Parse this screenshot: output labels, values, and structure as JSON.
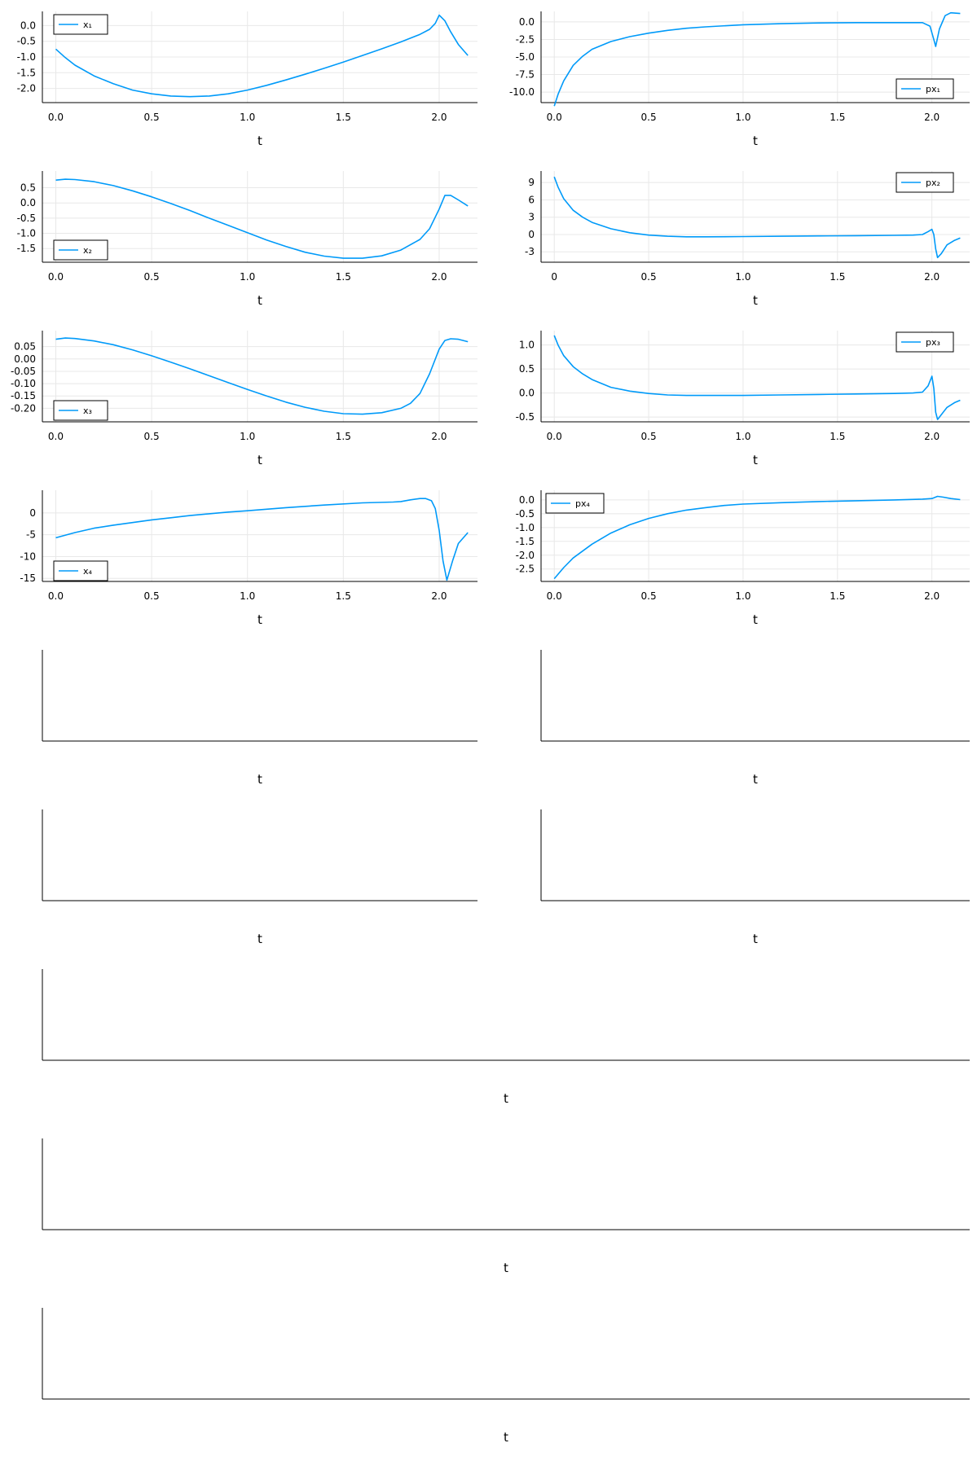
{
  "chart_data": [
    {
      "type": "line",
      "xlabel": "t",
      "xlim": [
        -0.07,
        2.2
      ],
      "ylim": [
        -2.45,
        0.45
      ],
      "xticks": [
        0,
        0.5,
        1,
        1.5,
        2
      ],
      "xtick_labels": [
        "0.0",
        "0.5",
        "1.0",
        "1.5",
        "2.0"
      ],
      "yticks": [
        0,
        -0.5,
        -1,
        -1.5,
        -2
      ],
      "ytick_labels": [
        "0.0",
        "-0.5",
        "-1.0",
        "-1.5",
        "-2.0"
      ],
      "legend": "top-left",
      "series": [
        {
          "name": "x₁",
          "x": [
            0,
            0.05,
            0.1,
            0.2,
            0.3,
            0.4,
            0.5,
            0.6,
            0.7,
            0.8,
            0.9,
            1,
            1.1,
            1.2,
            1.3,
            1.4,
            1.5,
            1.6,
            1.7,
            1.8,
            1.9,
            1.95,
            1.98,
            2,
            2.03,
            2.06,
            2.1,
            2.15
          ],
          "y": [
            -0.75,
            -1.02,
            -1.26,
            -1.6,
            -1.85,
            -2.05,
            -2.17,
            -2.24,
            -2.26,
            -2.24,
            -2.17,
            -2.05,
            -1.9,
            -1.73,
            -1.55,
            -1.36,
            -1.16,
            -0.95,
            -0.74,
            -0.52,
            -0.28,
            -0.12,
            0.07,
            0.33,
            0.15,
            -0.2,
            -0.6,
            -0.95
          ]
        }
      ]
    },
    {
      "type": "line",
      "xlabel": "t",
      "xlim": [
        -0.07,
        2.2
      ],
      "ylim": [
        -11.5,
        1.5
      ],
      "xticks": [
        0,
        0.5,
        1,
        1.5,
        2
      ],
      "xtick_labels": [
        "0.0",
        "0.5",
        "1.0",
        "1.5",
        "2.0"
      ],
      "yticks": [
        0,
        -2.5,
        -5,
        -7.5,
        -10
      ],
      "ytick_labels": [
        "0.0",
        "-2.5",
        "-5.0",
        "-7.5",
        "-10.0"
      ],
      "legend": "bottom-right",
      "series": [
        {
          "name": "px₁",
          "x": [
            0,
            0.02,
            0.05,
            0.1,
            0.15,
            0.2,
            0.3,
            0.4,
            0.5,
            0.6,
            0.7,
            0.8,
            1,
            1.2,
            1.4,
            1.6,
            1.8,
            1.95,
            1.99,
            2.01,
            2.02,
            2.04,
            2.07,
            2.1,
            2.15
          ],
          "y": [
            -12,
            -10.3,
            -8.4,
            -6.2,
            -4.9,
            -3.9,
            -2.8,
            -2.1,
            -1.6,
            -1.2,
            -0.9,
            -0.7,
            -0.4,
            -0.25,
            -0.15,
            -0.1,
            -0.1,
            -0.1,
            -0.6,
            -2.5,
            -3.5,
            -1,
            0.9,
            1.3,
            1.2
          ]
        }
      ]
    },
    {
      "type": "line",
      "xlabel": "t",
      "xlim": [
        -0.07,
        2.2
      ],
      "ylim": [
        -1.95,
        1.05
      ],
      "xticks": [
        0,
        0.5,
        1,
        1.5,
        2
      ],
      "xtick_labels": [
        "0.0",
        "0.5",
        "1.0",
        "1.5",
        "2.0"
      ],
      "yticks": [
        0.5,
        0,
        -0.5,
        -1,
        -1.5
      ],
      "ytick_labels": [
        "0.5",
        "0.0",
        "-0.5",
        "-1.0",
        "-1.5"
      ],
      "legend": "bottom-left",
      "series": [
        {
          "name": "x₂",
          "x": [
            0,
            0.05,
            0.1,
            0.2,
            0.3,
            0.4,
            0.5,
            0.6,
            0.7,
            0.8,
            0.9,
            1,
            1.1,
            1.2,
            1.3,
            1.4,
            1.5,
            1.6,
            1.7,
            1.8,
            1.9,
            1.95,
            2,
            2.03,
            2.06,
            2.1,
            2.15
          ],
          "y": [
            0.75,
            0.78,
            0.77,
            0.7,
            0.57,
            0.4,
            0.2,
            -0.02,
            -0.25,
            -0.5,
            -0.74,
            -0.98,
            -1.22,
            -1.43,
            -1.62,
            -1.75,
            -1.82,
            -1.82,
            -1.74,
            -1.55,
            -1.2,
            -0.85,
            -0.2,
            0.25,
            0.25,
            0.1,
            -0.1
          ]
        }
      ]
    },
    {
      "type": "line",
      "xlabel": "t",
      "xlim": [
        -0.07,
        2.2
      ],
      "ylim": [
        -4.8,
        11
      ],
      "xticks": [
        0,
        0.5,
        1,
        1.5,
        2
      ],
      "xtick_labels": [
        "0",
        "0.5",
        "1.0",
        "1.5",
        "2.0"
      ],
      "yticks": [
        9,
        6,
        3,
        0,
        -3
      ],
      "ytick_labels": [
        "9",
        "6",
        "3",
        "0",
        "-3"
      ],
      "legend": "top-right",
      "series": [
        {
          "name": "px₂",
          "x": [
            0,
            0.02,
            0.05,
            0.1,
            0.15,
            0.2,
            0.3,
            0.4,
            0.5,
            0.6,
            0.7,
            0.8,
            1,
            1.2,
            1.4,
            1.6,
            1.8,
            1.9,
            1.95,
            1.98,
            2,
            2.01,
            2.02,
            2.03,
            2.05,
            2.08,
            2.12,
            2.15
          ],
          "y": [
            10,
            8.2,
            6.2,
            4.2,
            3,
            2.1,
            1,
            0.3,
            -0.1,
            -0.3,
            -0.4,
            -0.4,
            -0.35,
            -0.3,
            -0.25,
            -0.2,
            -0.15,
            -0.1,
            0,
            0.5,
            0.9,
            0,
            -2.5,
            -4,
            -3.3,
            -1.8,
            -1,
            -0.6
          ]
        }
      ]
    },
    {
      "type": "line",
      "xlabel": "t",
      "xlim": [
        -0.07,
        2.2
      ],
      "ylim": [
        -0.255,
        0.115
      ],
      "xticks": [
        0,
        0.5,
        1,
        1.5,
        2
      ],
      "xtick_labels": [
        "0.0",
        "0.5",
        "1.0",
        "1.5",
        "2.0"
      ],
      "yticks": [
        0.05,
        0,
        -0.05,
        -0.1,
        -0.15,
        -0.2
      ],
      "ytick_labels": [
        "0.05",
        "0.00",
        "-0.05",
        "-0.10",
        "-0.15",
        "-0.20"
      ],
      "legend": "bottom-left",
      "series": [
        {
          "name": "x₃",
          "x": [
            0,
            0.05,
            0.1,
            0.2,
            0.3,
            0.4,
            0.5,
            0.6,
            0.7,
            0.8,
            0.9,
            1,
            1.1,
            1.2,
            1.3,
            1.4,
            1.5,
            1.6,
            1.7,
            1.8,
            1.85,
            1.9,
            1.95,
            2,
            2.03,
            2.06,
            2.1,
            2.15
          ],
          "y": [
            0.08,
            0.085,
            0.083,
            0.073,
            0.058,
            0.037,
            0.013,
            -0.013,
            -0.04,
            -0.068,
            -0.096,
            -0.124,
            -0.15,
            -0.175,
            -0.196,
            -0.212,
            -0.222,
            -0.224,
            -0.218,
            -0.2,
            -0.18,
            -0.14,
            -0.06,
            0.04,
            0.075,
            0.082,
            0.08,
            0.07
          ]
        }
      ]
    },
    {
      "type": "line",
      "xlabel": "t",
      "xlim": [
        -0.07,
        2.2
      ],
      "ylim": [
        -0.6,
        1.3
      ],
      "xticks": [
        0,
        0.5,
        1,
        1.5,
        2
      ],
      "xtick_labels": [
        "0.0",
        "0.5",
        "1.0",
        "1.5",
        "2.0"
      ],
      "yticks": [
        1,
        0.5,
        0,
        -0.5
      ],
      "ytick_labels": [
        "1.0",
        "0.5",
        "0.0",
        "-0.5"
      ],
      "legend": "top-right",
      "series": [
        {
          "name": "px₃",
          "x": [
            0,
            0.02,
            0.05,
            0.1,
            0.15,
            0.2,
            0.3,
            0.4,
            0.5,
            0.6,
            0.7,
            0.8,
            1,
            1.2,
            1.4,
            1.6,
            1.8,
            1.9,
            1.95,
            1.98,
            2,
            2.01,
            2.02,
            2.03,
            2.05,
            2.08,
            2.12,
            2.15
          ],
          "y": [
            1.2,
            1,
            0.78,
            0.55,
            0.4,
            0.28,
            0.12,
            0.04,
            -0.01,
            -0.04,
            -0.05,
            -0.05,
            -0.05,
            -0.04,
            -0.03,
            -0.02,
            -0.01,
            0,
            0.02,
            0.15,
            0.35,
            0.1,
            -0.4,
            -0.55,
            -0.45,
            -0.3,
            -0.2,
            -0.15
          ]
        }
      ]
    },
    {
      "type": "line",
      "xlabel": "t",
      "xlim": [
        -0.07,
        2.2
      ],
      "ylim": [
        -15.7,
        5.2
      ],
      "xticks": [
        0,
        0.5,
        1,
        1.5,
        2
      ],
      "xtick_labels": [
        "0.0",
        "0.5",
        "1.0",
        "1.5",
        "2.0"
      ],
      "yticks": [
        0,
        -5,
        -10,
        -15
      ],
      "ytick_labels": [
        "0",
        "-5",
        "-10",
        "-15"
      ],
      "legend": "bottom-left",
      "series": [
        {
          "name": "x₄",
          "x": [
            0,
            0.1,
            0.2,
            0.3,
            0.4,
            0.5,
            0.6,
            0.7,
            0.8,
            0.9,
            1,
            1.2,
            1.4,
            1.6,
            1.76,
            1.8,
            1.85,
            1.9,
            1.93,
            1.96,
            1.98,
            2,
            2.02,
            2.04,
            2.07,
            2.1,
            2.15
          ],
          "y": [
            -5.7,
            -4.5,
            -3.5,
            -2.8,
            -2.2,
            -1.6,
            -1.1,
            -0.6,
            -0.2,
            0.2,
            0.5,
            1.2,
            1.8,
            2.3,
            2.5,
            2.6,
            3,
            3.3,
            3.3,
            2.8,
            1,
            -4,
            -11,
            -15.4,
            -11,
            -7,
            -4.5
          ]
        }
      ]
    },
    {
      "type": "line",
      "xlabel": "t",
      "xlim": [
        -0.07,
        2.2
      ],
      "ylim": [
        -2.95,
        0.35
      ],
      "xticks": [
        0,
        0.5,
        1,
        1.5,
        2
      ],
      "xtick_labels": [
        "0.0",
        "0.5",
        "1.0",
        "1.5",
        "2.0"
      ],
      "yticks": [
        0,
        -0.5,
        -1,
        -1.5,
        -2,
        -2.5
      ],
      "ytick_labels": [
        "0.0",
        "-0.5",
        "-1.0",
        "-1.5",
        "-2.0",
        "-2.5"
      ],
      "legend": "top-left",
      "series": [
        {
          "name": "px₄",
          "x": [
            0,
            0.05,
            0.1,
            0.2,
            0.3,
            0.4,
            0.5,
            0.6,
            0.7,
            0.8,
            0.9,
            1,
            1.2,
            1.4,
            1.6,
            1.8,
            1.95,
            2,
            2.03,
            2.06,
            2.1,
            2.15
          ],
          "y": [
            -2.85,
            -2.45,
            -2.1,
            -1.6,
            -1.2,
            -0.9,
            -0.67,
            -0.5,
            -0.37,
            -0.28,
            -0.2,
            -0.15,
            -0.1,
            -0.06,
            -0.03,
            0,
            0.03,
            0.05,
            0.13,
            0.1,
            0.05,
            0.01
          ]
        }
      ]
    },
    {
      "type": "line",
      "xlabel": "t",
      "xlim": [
        -0.07,
        2.2
      ],
      "ylim": [
        -5.4,
        15
      ]
    },
    {
      "type": "line",
      "xlabel": "t",
      "xlim": [
        -0.07,
        2.2
      ],
      "ylim": [
        -0.38,
        0.63
      ]
    },
    {
      "type": "line",
      "xlabel": "t",
      "xlim": [
        -0.07,
        2.2
      ],
      "ylim": [
        -0.35,
        3.1
      ]
    },
    {
      "type": "line",
      "xlabel": "t",
      "xlim": [
        -0.07,
        2.2
      ],
      "ylim": [
        -0.04,
        0.078
      ]
    },
    {
      "type": "line",
      "xlabel": "t",
      "xlim": [
        -0.07,
        2.2
      ],
      "ylim": [
        -1.08,
        1.08
      ]
    },
    {
      "type": "line",
      "xlabel": "t",
      "xlim": [
        -0.07,
        2.2
      ],
      "ylim": [
        -0.69,
        1.05
      ]
    },
    {
      "type": "line",
      "xlabel": "t",
      "xlim": [
        -0.07,
        2.2
      ],
      "ylim": [
        -1.02,
        0.12
      ]
    }
  ]
}
